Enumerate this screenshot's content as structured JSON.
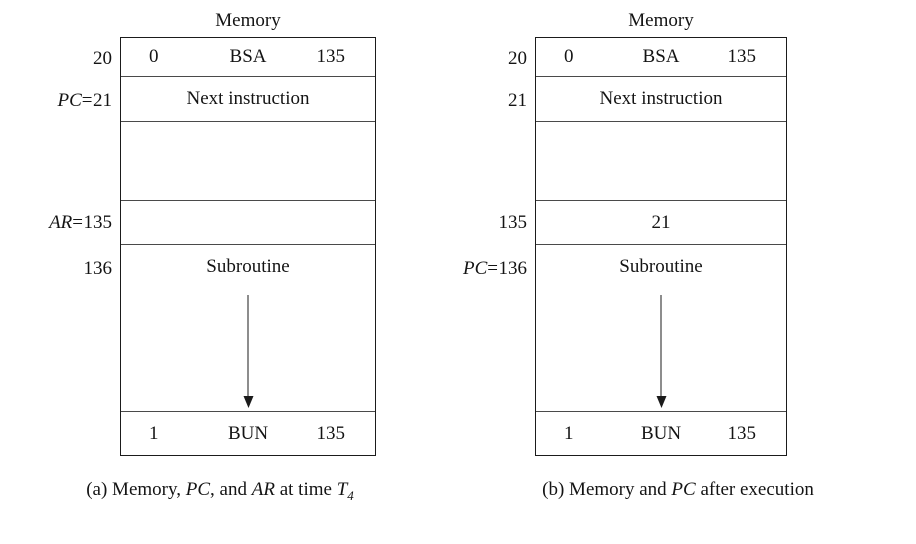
{
  "figure": {
    "title_a": "Memory",
    "title_b": "Memory"
  },
  "panel_a": {
    "memory_title": "Memory",
    "labels": {
      "row_bsa": "20",
      "row_next": "PC=21",
      "row_next_reg": "PC",
      "row_next_eq": "=",
      "row_next_val": "21",
      "row_addr": "AR=135",
      "row_addr_reg": "AR",
      "row_addr_eq": "=",
      "row_addr_val": "135",
      "row_sub": "136"
    },
    "rows": {
      "bsa": {
        "i": "0",
        "op": "BSA",
        "addr": "135"
      },
      "next": "Next instruction",
      "gap": "",
      "addr": "",
      "sub": "Subroutine",
      "bun": {
        "i": "1",
        "op": "BUN",
        "addr": "135"
      }
    },
    "caption": {
      "prefix": "(a) Memory, ",
      "reg1": "PC",
      "mid": ", and ",
      "reg2": "AR",
      "suffix": " at time ",
      "time_reg": "T",
      "time_sub": "4"
    }
  },
  "panel_b": {
    "memory_title": "Memory",
    "labels": {
      "row_bsa": "20",
      "row_next": "21",
      "row_addr": "135",
      "row_sub": "PC=136",
      "row_sub_reg": "PC",
      "row_sub_eq": "=",
      "row_sub_val": "136"
    },
    "rows": {
      "bsa": {
        "i": "0",
        "op": "BSA",
        "addr": "135"
      },
      "next": "Next instruction",
      "gap": "",
      "addr": "21",
      "sub": "Subroutine",
      "bun": {
        "i": "1",
        "op": "BUN",
        "addr": "135"
      }
    },
    "caption": {
      "prefix": "(b) Memory and ",
      "reg1": "PC",
      "suffix": " after execution"
    }
  },
  "colors": {
    "ink": "#141414",
    "box_border": "#1b1b1b",
    "row_divider": "#4a4a4a",
    "background": "#ffffff"
  }
}
